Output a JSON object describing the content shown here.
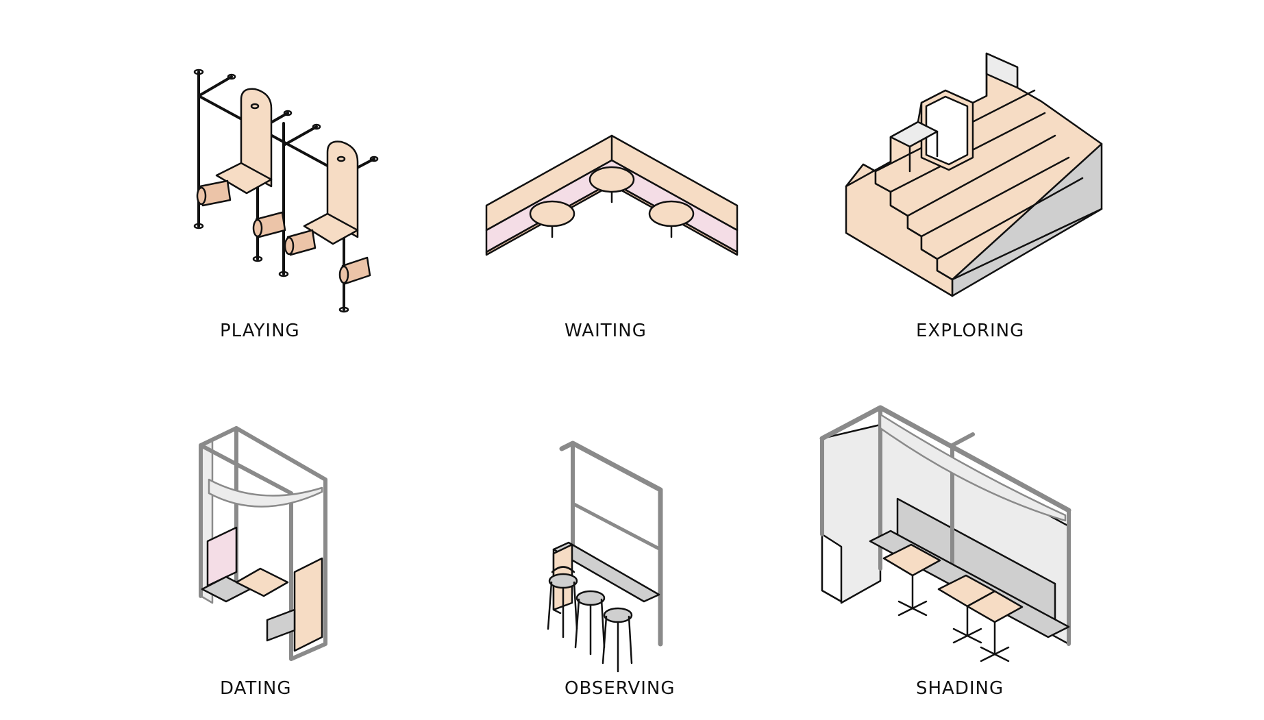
{
  "palette": {
    "stroke": "#111111",
    "peach": "#f6dcc4",
    "peach_dark": "#ecc4a8",
    "pink": "#f4dde6",
    "grey": "#cfcfcf",
    "grey_light": "#ececec",
    "frame": "#8a8a8a"
  },
  "panels": [
    {
      "id": "playing",
      "label": "PLAYING",
      "icon": "swing-seats-icon"
    },
    {
      "id": "waiting",
      "label": "WAITING",
      "icon": "corner-bench-tables-icon"
    },
    {
      "id": "exploring",
      "label": "EXPLORING",
      "icon": "stepped-platform-icon"
    },
    {
      "id": "dating",
      "label": "DATING",
      "icon": "booth-frame-icon"
    },
    {
      "id": "observing",
      "label": "OBSERVING",
      "icon": "counter-stools-icon"
    },
    {
      "id": "shading",
      "label": "SHADING",
      "icon": "shaded-cafe-tables-icon"
    }
  ]
}
